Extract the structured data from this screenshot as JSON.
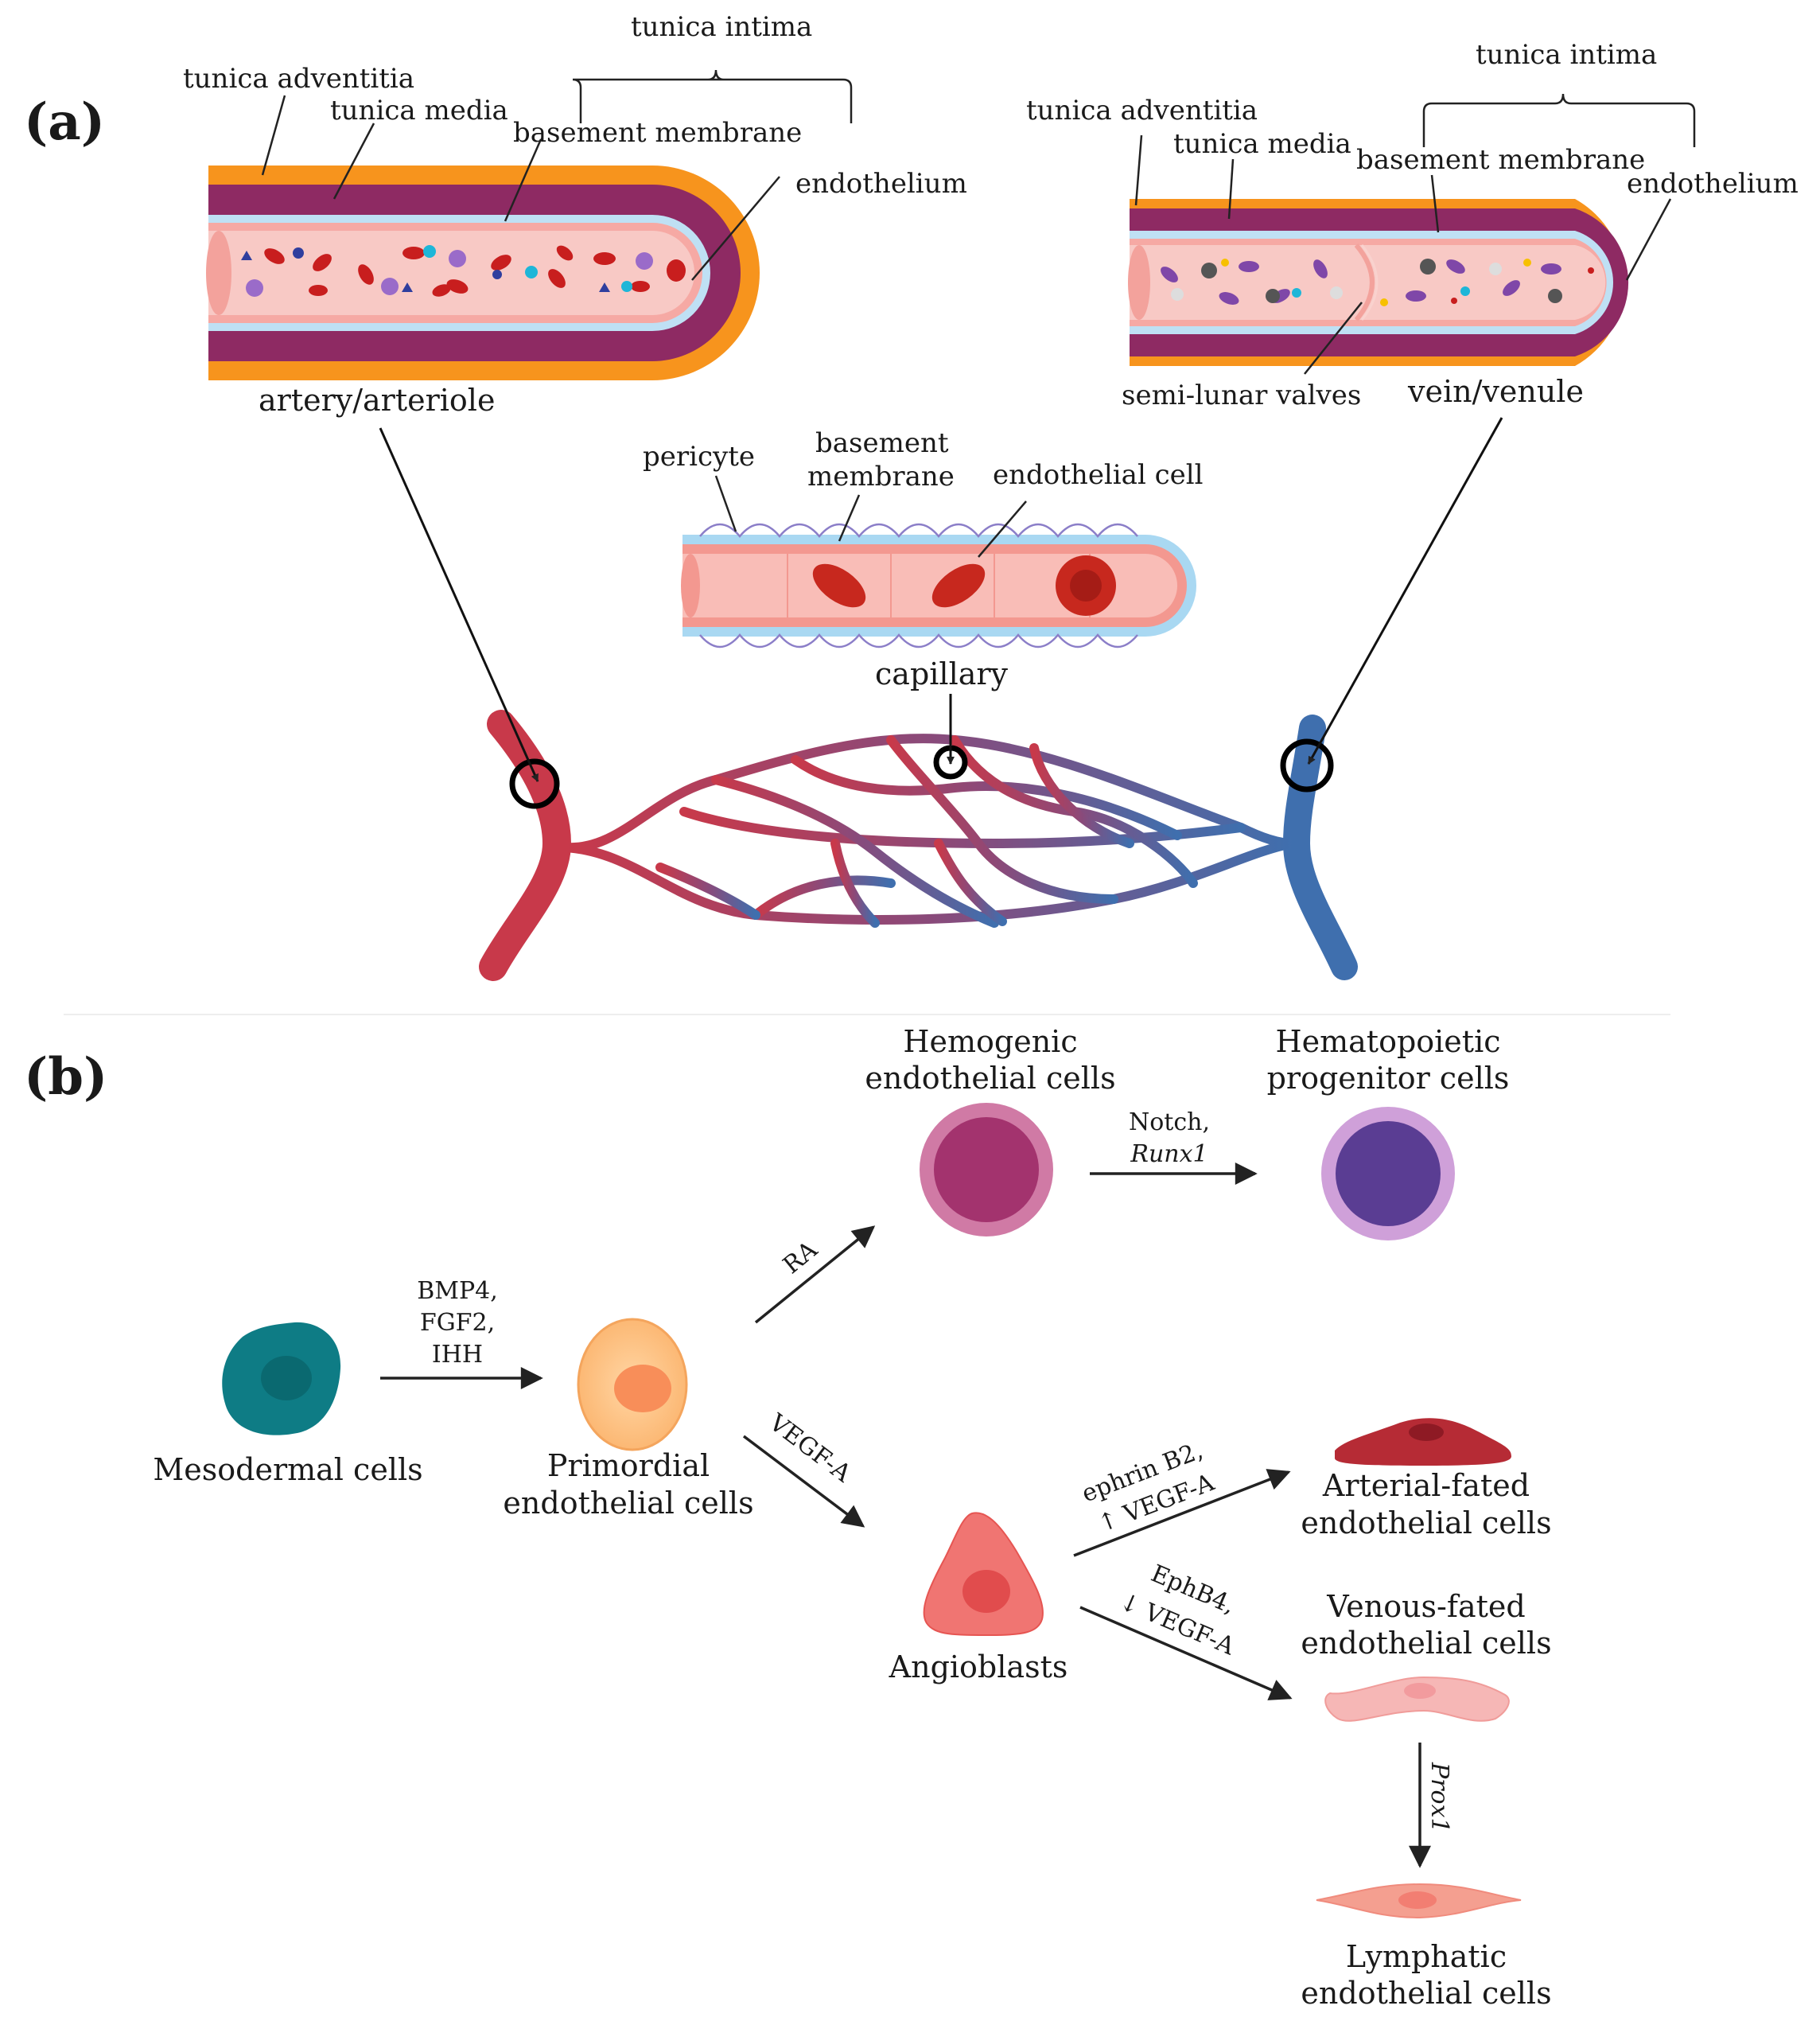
{
  "colors": {
    "adventitia": "#f7941d",
    "media": "#8e2a63",
    "basement": "#bfe0f4",
    "lumen": "#f8c9c5",
    "artery": "#c8394a",
    "vein": "#3f6fae",
    "mesoderm": "#0e7c85",
    "primordial": "#fcc488",
    "hemogenic": "#a3336e",
    "hematopoietic": "#5a3d93",
    "angioblast": "#f07572",
    "arterial_cell": "#b62b35",
    "venous_cell": "#f6b7b6",
    "lymphatic_cell": "#f49f90"
  },
  "panel_a": {
    "label": "(a)",
    "artery": {
      "tunica_intima": "tunica intima",
      "tunica_adventitia": "tunica adventitia",
      "tunica_media": "tunica media",
      "basement_membrane": "basement membrane",
      "endothelium": "endothelium",
      "name": "artery/arteriole"
    },
    "vein": {
      "tunica_intima": "tunica intima",
      "tunica_adventitia": "tunica adventitia",
      "tunica_media": "tunica media",
      "basement_membrane": "basement membrane",
      "endothelium": "endothelium",
      "valves": "semi-lunar valves",
      "name": "vein/venule"
    },
    "capillary": {
      "pericyte": "pericyte",
      "basement_line1": "basement",
      "basement_line2": "membrane",
      "endothelial_cell": "endothelial cell",
      "name": "capillary"
    }
  },
  "panel_b": {
    "label": "(b)",
    "cells": {
      "mesodermal": "Mesodermal cells",
      "primordial_1": "Primordial",
      "primordial_2": "endothelial cells",
      "hemogenic_1": "Hemogenic",
      "hemogenic_2": "endothelial cells",
      "hematopoietic_1": "Hematopoietic",
      "hematopoietic_2": "progenitor cells",
      "angioblasts": "Angioblasts",
      "arterial_1": "Arterial-fated",
      "arterial_2": "endothelial cells",
      "venous_1": "Venous-fated",
      "venous_2": "endothelial cells",
      "lymphatic_1": "Lymphatic",
      "lymphatic_2": "endothelial cells"
    },
    "signals": {
      "bmp4": "BMP4,",
      "fgf2": "FGF2,",
      "ihh": "IHH",
      "ra": "RA",
      "vegfa": "VEGF-A",
      "notch": "Notch,",
      "runx1": "Runx1",
      "ephrin": "ephrin B2,",
      "up_vegfa": "↑ VEGF-A",
      "ephb4": "EphB4,",
      "down_vegfa": "↓ VEGF-A",
      "prox1": "Prox1"
    }
  }
}
